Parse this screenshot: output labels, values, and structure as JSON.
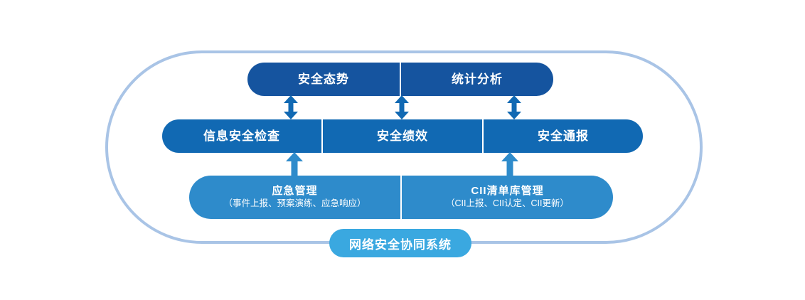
{
  "diagram": {
    "title": "网络安全协同系统",
    "colors": {
      "frame_outline": "#a9c4e6",
      "row_top": "#15549f",
      "row_middle": "#1169b3",
      "row_bottom": "#2e8bcb",
      "system_pill": "#3aa8e0",
      "arrow_dark": "#1169b3",
      "arrow_light": "#2e8bcb",
      "text": "#ffffff",
      "background": "#ffffff"
    },
    "rows": {
      "top": {
        "segments": [
          {
            "title": "安全态势",
            "sub": ""
          },
          {
            "title": "统计分析",
            "sub": ""
          }
        ]
      },
      "middle": {
        "segments": [
          {
            "title": "信息安全检查",
            "sub": ""
          },
          {
            "title": "安全绩效",
            "sub": ""
          },
          {
            "title": "安全通报",
            "sub": ""
          }
        ]
      },
      "bottom": {
        "segments": [
          {
            "title": "应急管理",
            "sub": "（事件上报、预案演练、应急响应）"
          },
          {
            "title": "CII清单库管理",
            "sub": "（CII上报、CII认定、CII更新）"
          }
        ]
      }
    },
    "arrows": {
      "double_headed": [
        {
          "name": "arrow-safety-situation"
        },
        {
          "name": "arrow-statistics"
        },
        {
          "name": "arrow-notification"
        }
      ],
      "single_up": [
        {
          "name": "arrow-emergency-up"
        },
        {
          "name": "arrow-cii-up"
        }
      ]
    }
  }
}
